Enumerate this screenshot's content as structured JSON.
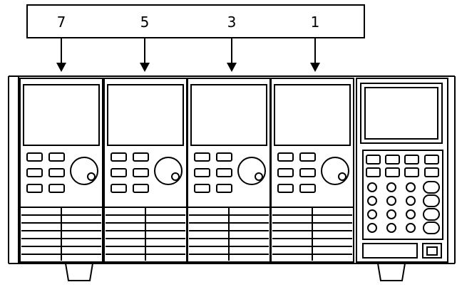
{
  "diagram": {
    "channel_labels": [
      "7",
      "5",
      "3",
      "1"
    ]
  }
}
